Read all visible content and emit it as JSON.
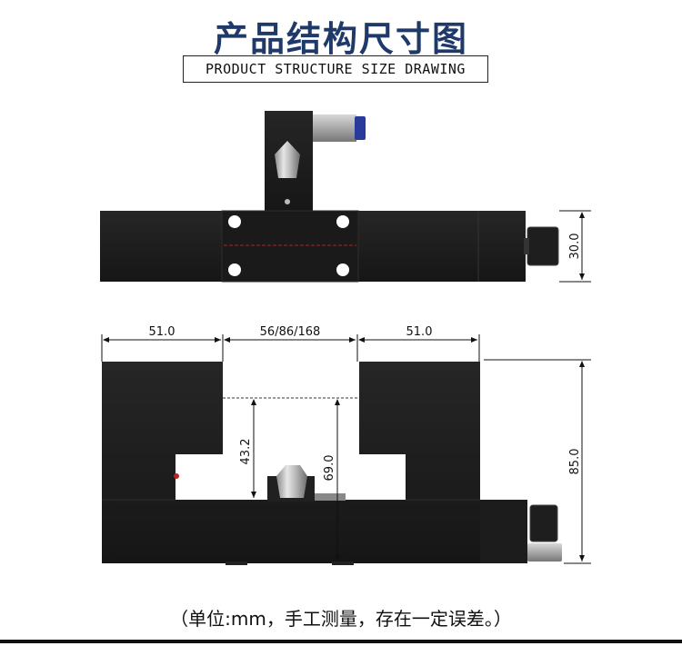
{
  "header": {
    "title_cn": "产品结构尺寸图",
    "title_en": "PRODUCT STRUCTURE SIZE DRAWING"
  },
  "dimensions": {
    "top_height": "30.0",
    "left_width": "51.0",
    "gap_width": "56/86/168",
    "right_width": "51.0",
    "inner_depth": "43.2",
    "inner_height": "69.0",
    "total_height": "85.0"
  },
  "footer": {
    "note": "（单位:mm，手工测量，存在一定误差。）"
  },
  "colors": {
    "body": "#1c1c1c",
    "title": "#1f3a68",
    "laser": "#b02020",
    "fitting": "#2a3a9a"
  }
}
